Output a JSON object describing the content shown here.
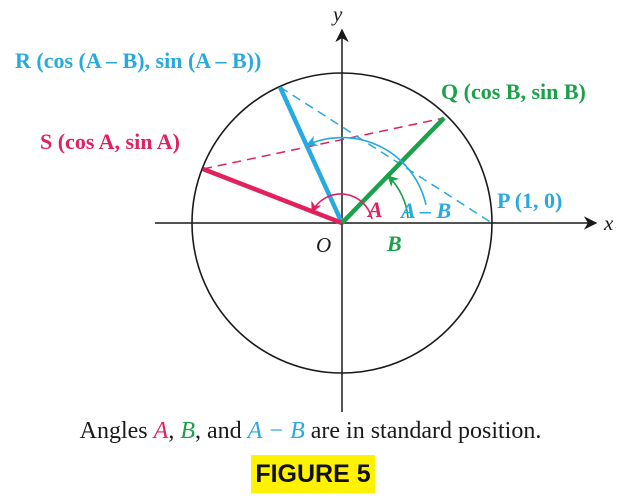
{
  "labels": {
    "y_axis": "y",
    "x_axis": "x",
    "origin": "O",
    "point_R": "R (cos (A – B), sin (A – B))",
    "point_Q": "Q (cos B, sin B)",
    "point_S": "S (cos A, sin A)",
    "point_P": "P (1, 0)",
    "angle_A": "A",
    "angle_A_minus_B": "A – B",
    "angle_B": "B"
  },
  "caption": {
    "prefix": "Angles ",
    "a": "A",
    "sep1": ", ",
    "b": "B",
    "sep2": ", and ",
    "amb": "A − B",
    "suffix": " are in standard position."
  },
  "figure_label": "FIGURE 5",
  "colors": {
    "red": "#e0215e",
    "green": "#1aa14a",
    "blue": "#27a9e1",
    "black": "#1a1a1a",
    "highlight": "#fff200"
  }
}
